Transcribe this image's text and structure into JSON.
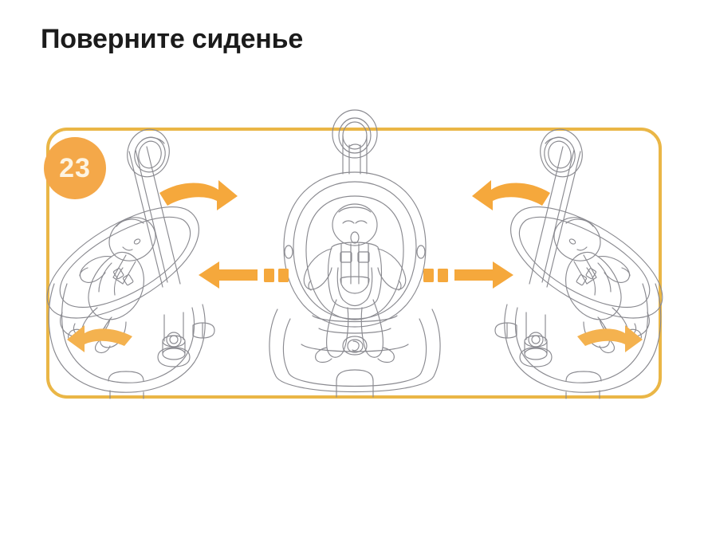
{
  "page": {
    "title": "Поверните сиденье",
    "background_color": "#ffffff",
    "text_color": "#1b1b1b"
  },
  "step": {
    "number": "23",
    "badge_color": "#f4a849",
    "badge_text_color": "#fdf4e2",
    "frame_border_color": "#eab646"
  },
  "colors": {
    "arrow_orange": "#f5a83c",
    "arrow_orange_light": "#f4b24f",
    "line_gray": "#8a8a90",
    "line_gray_light": "#a9a9b0"
  },
  "illustration": {
    "subject": "baby-rocker-swing-seat-with-infant",
    "panels": [
      {
        "id": "panel-left",
        "name": "seat-rotated-left",
        "description": "Seat and infant rotated counter-clockwise to the side",
        "arrows": [
          {
            "name": "curved-arrow-rotate-right",
            "direction": "curved-right"
          },
          {
            "name": "curved-arrow-base-left",
            "direction": "curved-left"
          }
        ]
      },
      {
        "id": "panel-center",
        "name": "seat-facing-forward",
        "description": "Seat and infant facing forward, centred",
        "arrows": []
      },
      {
        "id": "panel-right",
        "name": "seat-rotated-right",
        "description": "Seat and infant rotated clockwise to the side",
        "arrows": [
          {
            "name": "curved-arrow-rotate-left",
            "direction": "curved-left"
          },
          {
            "name": "curved-arrow-base-right",
            "direction": "curved-right"
          }
        ]
      }
    ],
    "connectors": [
      {
        "name": "dashed-arrow-left",
        "direction": "left",
        "dash_count": 2
      },
      {
        "name": "dashed-arrow-right",
        "direction": "right",
        "dash_count": 2
      }
    ]
  }
}
